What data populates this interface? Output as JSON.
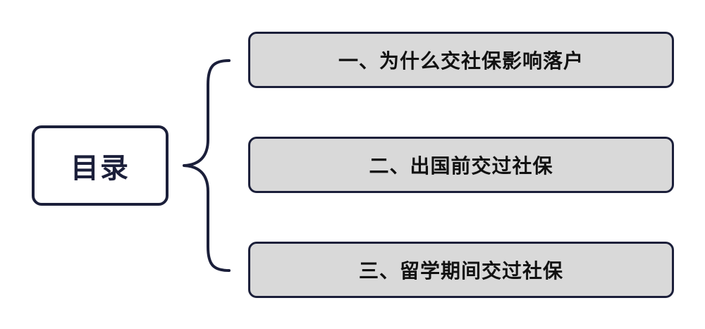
{
  "colors": {
    "outline": "#1b1f3a",
    "item_fill": "#d9d9d9",
    "root_fill": "#ffffff",
    "text": "#111111"
  },
  "root": {
    "label": "目录"
  },
  "items": [
    {
      "label": "一、为什么交社保影响落户"
    },
    {
      "label": "二、出国前交过社保"
    },
    {
      "label": "三、留学期间交过社保"
    }
  ]
}
